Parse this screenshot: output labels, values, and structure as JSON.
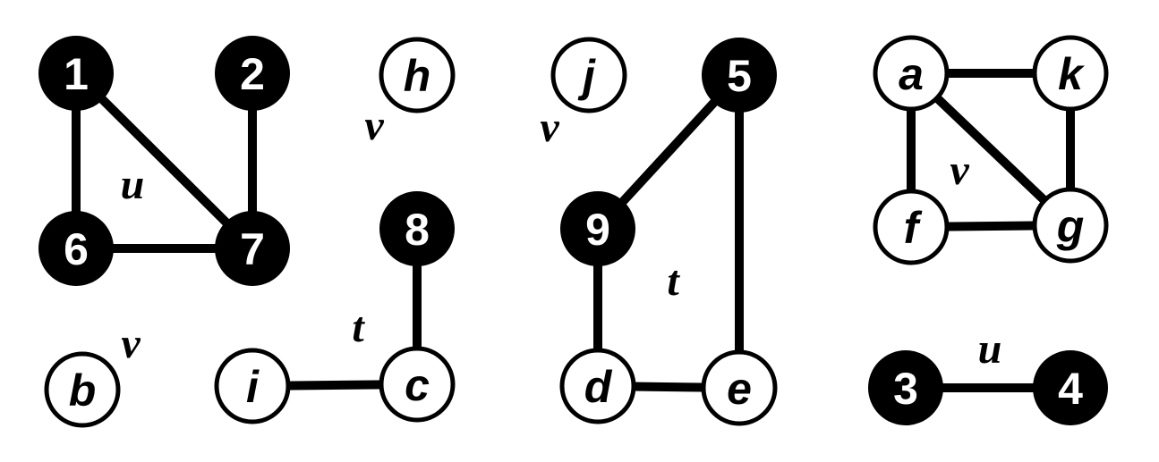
{
  "colors": {
    "filled": "#000000",
    "open": "#ffffff",
    "edge": "#000000"
  },
  "nodes": {
    "n1": {
      "label": "1",
      "style": "filled"
    },
    "n2": {
      "label": "2",
      "style": "filled"
    },
    "n6": {
      "label": "6",
      "style": "filled"
    },
    "n7": {
      "label": "7",
      "style": "filled"
    },
    "h": {
      "label": "h",
      "style": "open"
    },
    "j": {
      "label": "j",
      "style": "open"
    },
    "n5": {
      "label": "5",
      "style": "filled"
    },
    "n8": {
      "label": "8",
      "style": "filled"
    },
    "n9": {
      "label": "9",
      "style": "filled"
    },
    "a": {
      "label": "a",
      "style": "open"
    },
    "k": {
      "label": "k",
      "style": "open"
    },
    "f": {
      "label": "f",
      "style": "open"
    },
    "g": {
      "label": "g",
      "style": "open"
    },
    "b": {
      "label": "b",
      "style": "open"
    },
    "i": {
      "label": "i",
      "style": "open"
    },
    "c": {
      "label": "c",
      "style": "open"
    },
    "d": {
      "label": "d",
      "style": "open"
    },
    "e": {
      "label": "e",
      "style": "open"
    },
    "n3": {
      "label": "3",
      "style": "filled"
    },
    "n4": {
      "label": "4",
      "style": "filled"
    }
  },
  "edges": [
    [
      "n1",
      "n6"
    ],
    [
      "n1",
      "n7"
    ],
    [
      "n2",
      "n7"
    ],
    [
      "n6",
      "n7"
    ],
    [
      "n8",
      "c"
    ],
    [
      "i",
      "c"
    ],
    [
      "n5",
      "n9"
    ],
    [
      "n5",
      "e"
    ],
    [
      "n9",
      "d"
    ],
    [
      "d",
      "e"
    ],
    [
      "a",
      "k"
    ],
    [
      "a",
      "f"
    ],
    [
      "a",
      "g"
    ],
    [
      "k",
      "g"
    ],
    [
      "f",
      "g"
    ],
    [
      "n3",
      "n4"
    ]
  ],
  "annotations": {
    "u1": "u",
    "v_h": "v",
    "v_j": "v",
    "v_a": "v",
    "v_b": "v",
    "t_c": "t",
    "t_5": "t",
    "u2": "u"
  }
}
